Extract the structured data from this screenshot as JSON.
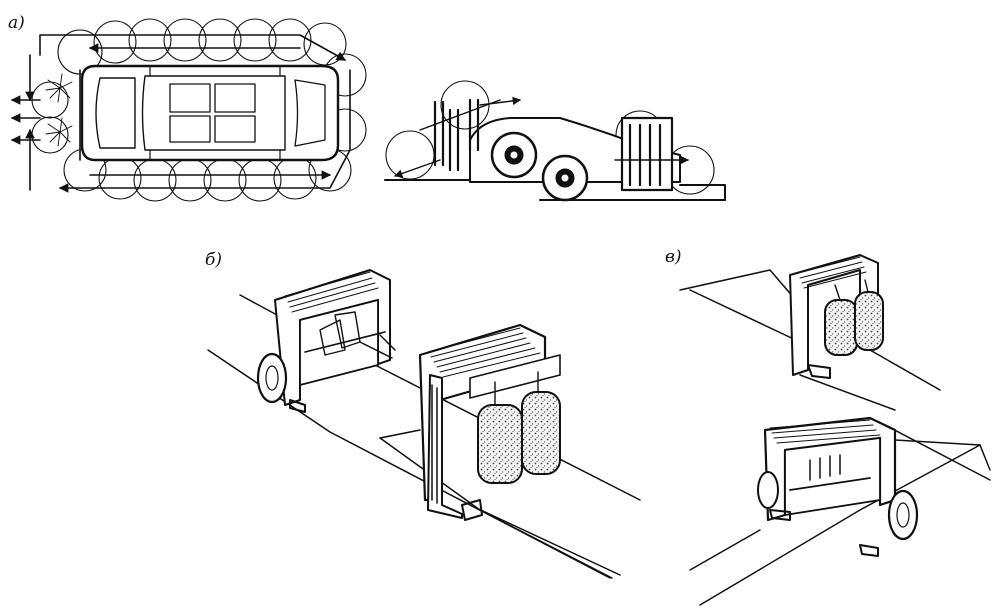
{
  "figure": {
    "panels": [
      {
        "id": "a",
        "label": "а)"
      },
      {
        "id": "b",
        "label": "б)"
      },
      {
        "id": "c",
        "label": "в)"
      }
    ],
    "colors": {
      "ink": "#111111",
      "paper": "#ffffff",
      "brush": "#8a8a8a"
    }
  }
}
